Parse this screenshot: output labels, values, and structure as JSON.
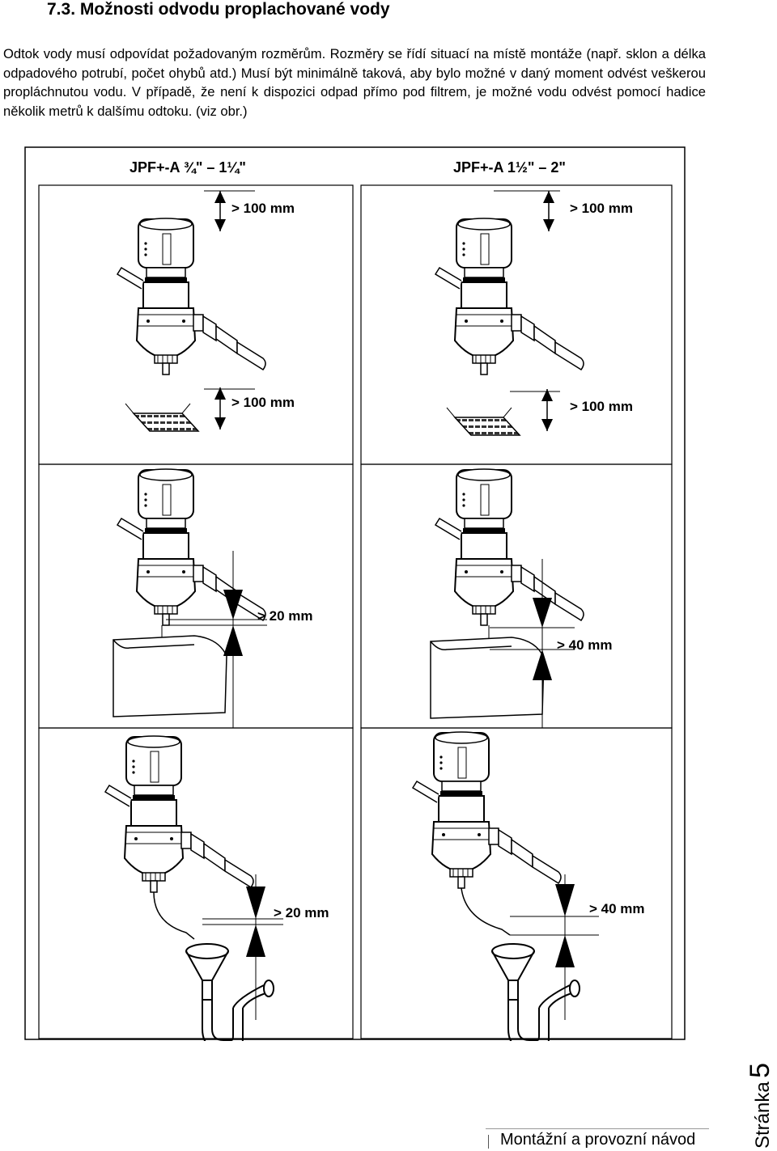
{
  "heading": "7.3. Možnosti odvodu proplachované vody",
  "paragraph": "Odtok vody musí odpovídat požadovaným rozměrům. Rozměry se řídí situací na místě montáže (např. sklon a délka odpadového potrubí, počet ohybů atd.) Musí být minimálně taková, aby bylo možné v daný moment odvést veškerou propláchnutou vodu. V případě, že není k dispozici odpad přímo pod filtrem, je možné vodu odvést pomocí hadice několik metrů k dalšímu odtoku. (viz obr.)",
  "figure": {
    "left_title": "JPF+-A ¾\" – 1¼\"",
    "right_title": "JPF+-A 1½\" – 2\"",
    "rows": [
      {
        "left_top": "> 100 mm",
        "left_bottom": "> 100 mm",
        "right_top": "> 100 mm",
        "right_bottom": "> 100 mm"
      },
      {
        "left": "> 20 mm",
        "right": "> 40 mm"
      },
      {
        "left": "> 20 mm",
        "right": "> 40 mm"
      }
    ]
  },
  "footer": {
    "text": "Montážní a provozní návod",
    "page_word": "Stránka",
    "page_number": "5"
  }
}
